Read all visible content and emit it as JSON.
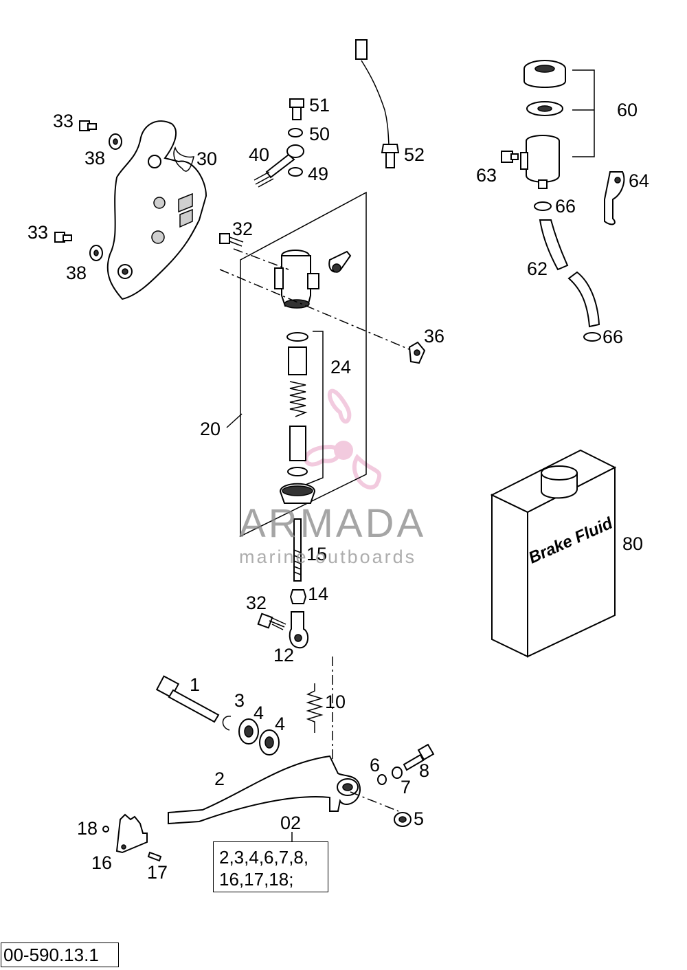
{
  "diagram": {
    "callouts": {
      "c1": "1",
      "c2": "2",
      "c3": "3",
      "c4a": "4",
      "c4b": "4",
      "c5": "5",
      "c6": "6",
      "c7": "7",
      "c8": "8",
      "c10": "10",
      "c12": "12",
      "c14": "14",
      "c15": "15",
      "c16": "16",
      "c17": "17",
      "c18": "18",
      "c20": "20",
      "c24": "24",
      "c30": "30",
      "c32a": "32",
      "c32b": "32",
      "c33a": "33",
      "c33b": "33",
      "c36": "36",
      "c38a": "38",
      "c38b": "38",
      "c40": "40",
      "c49": "49",
      "c50": "50",
      "c51": "51",
      "c52": "52",
      "c60": "60",
      "c62": "62",
      "c63": "63",
      "c64": "64",
      "c66a": "66",
      "c66b": "66",
      "c80": "80",
      "c02": "02"
    },
    "canister_label": "Brake Fluid",
    "kit_contents": {
      "line1": "2,3,4,6,7,8,",
      "line2": "16,17,18;"
    },
    "reference_number": "00-590.13.1"
  },
  "watermark": {
    "title": "ARMADA",
    "subtitle": "marine outboards",
    "logo_color": "#e8a0c4"
  }
}
